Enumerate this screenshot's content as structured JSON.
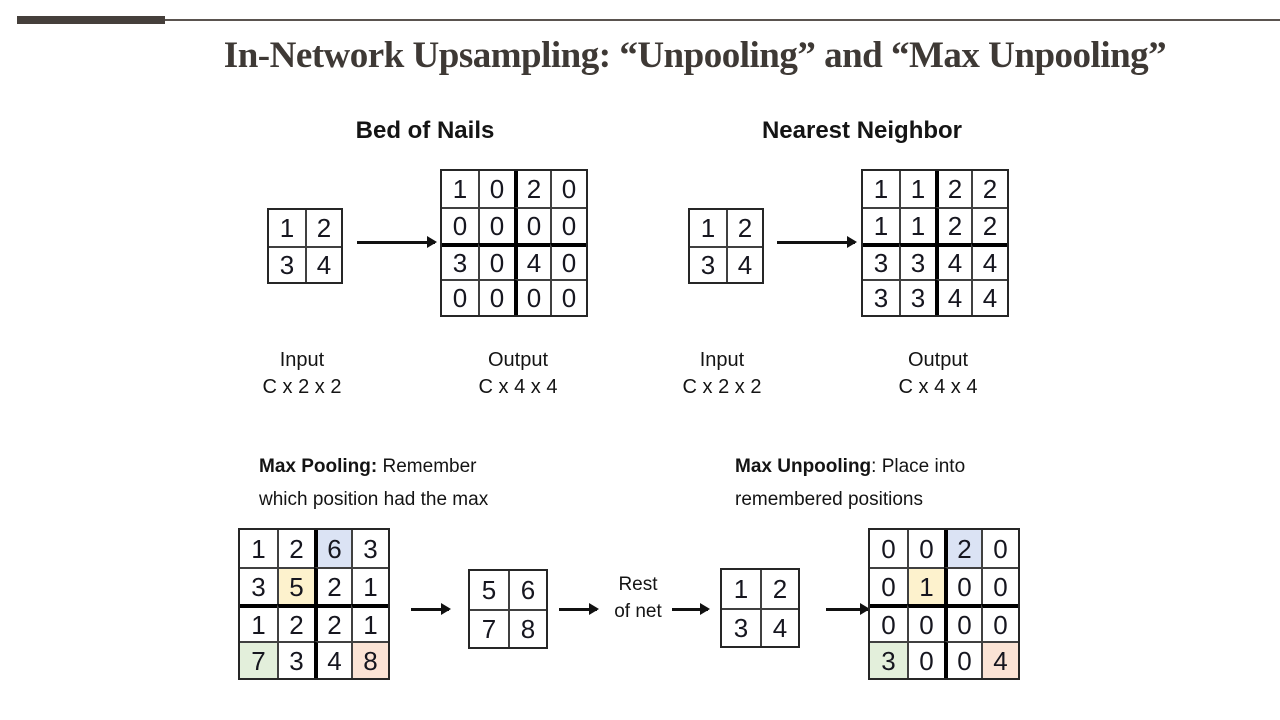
{
  "header": {
    "title": "In-Network Upsampling: “Unpooling” and “Max Unpooling”"
  },
  "colors": {
    "accent_bar": "#453f3b",
    "accent_line": "#5a544f",
    "cell_blue": "#dbe3f4",
    "cell_yellow": "#fdf2cd",
    "cell_green": "#e3efdb",
    "cell_orange": "#fbe3d5"
  },
  "bed_of_nails": {
    "heading": "Bed of Nails",
    "input_label": "Input",
    "input_dims": "C x 2 x 2",
    "output_label": "Output",
    "output_dims": "C x 4 x 4",
    "input_grid": {
      "cells": [
        [
          "1",
          "2"
        ],
        [
          "3",
          "4"
        ]
      ]
    },
    "output_grid": {
      "thick": true,
      "cells": [
        [
          "1",
          "0",
          "2",
          "0"
        ],
        [
          "0",
          "0",
          "0",
          "0"
        ],
        [
          "3",
          "0",
          "4",
          "0"
        ],
        [
          "0",
          "0",
          "0",
          "0"
        ]
      ]
    }
  },
  "nearest_neighbor": {
    "heading": "Nearest Neighbor",
    "input_label": "Input",
    "input_dims": "C x 2 x 2",
    "output_label": "Output",
    "output_dims": "C x 4 x 4",
    "input_grid": {
      "cells": [
        [
          "1",
          "2"
        ],
        [
          "3",
          "4"
        ]
      ]
    },
    "output_grid": {
      "thick": true,
      "cells": [
        [
          "1",
          "1",
          "2",
          "2"
        ],
        [
          "1",
          "1",
          "2",
          "2"
        ],
        [
          "3",
          "3",
          "4",
          "4"
        ],
        [
          "3",
          "3",
          "4",
          "4"
        ]
      ]
    }
  },
  "max_pooling": {
    "caption_bold": "Max Pooling:",
    "caption_rest": " Remember which position had the max",
    "input_grid": {
      "thick": true,
      "cells": [
        [
          "1",
          "2",
          "6",
          "3"
        ],
        [
          "3",
          "5",
          "2",
          "1"
        ],
        [
          "1",
          "2",
          "2",
          "1"
        ],
        [
          "7",
          "3",
          "4",
          "8"
        ]
      ],
      "highlights": [
        {
          "r": 0,
          "c": 2,
          "color": "blue"
        },
        {
          "r": 1,
          "c": 1,
          "color": "yellow"
        },
        {
          "r": 3,
          "c": 0,
          "color": "green"
        },
        {
          "r": 3,
          "c": 3,
          "color": "orange"
        }
      ]
    },
    "pooled_grid": {
      "cells": [
        [
          "5",
          "6"
        ],
        [
          "7",
          "8"
        ]
      ]
    },
    "rest_of_net": "Rest of net"
  },
  "max_unpooling": {
    "caption_bold": "Max Unpooling",
    "caption_rest": ": Place into remembered positions",
    "input_grid": {
      "cells": [
        [
          "1",
          "2"
        ],
        [
          "3",
          "4"
        ]
      ]
    },
    "output_grid": {
      "thick": true,
      "cells": [
        [
          "0",
          "0",
          "2",
          "0"
        ],
        [
          "0",
          "1",
          "0",
          "0"
        ],
        [
          "0",
          "0",
          "0",
          "0"
        ],
        [
          "3",
          "0",
          "0",
          "4"
        ]
      ],
      "highlights": [
        {
          "r": 0,
          "c": 2,
          "color": "blue"
        },
        {
          "r": 1,
          "c": 1,
          "color": "yellow"
        },
        {
          "r": 3,
          "c": 0,
          "color": "green"
        },
        {
          "r": 3,
          "c": 3,
          "color": "orange"
        }
      ]
    }
  }
}
